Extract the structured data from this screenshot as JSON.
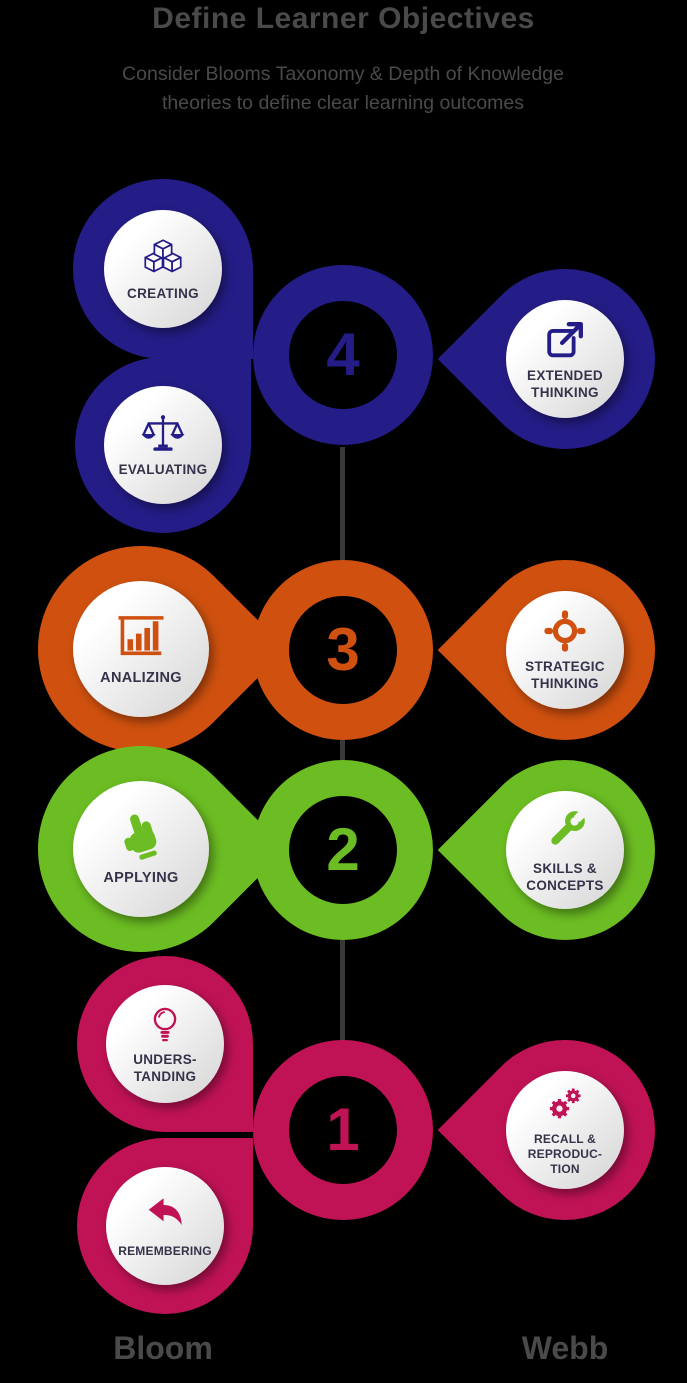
{
  "header": {
    "title": "Define Learner Objectives",
    "subtitle": "Consider Blooms Taxonomy & Depth of Knowledge\ntheories to define clear learning outcomes"
  },
  "colors": {
    "level4": "#251d87",
    "level3": "#d0510f",
    "level2": "#6cbd23",
    "level1": "#c01356",
    "connector": "#383838",
    "heading_text": "#4a4a4a",
    "label_text": "#37324a"
  },
  "levels": [
    {
      "number": "4",
      "bloom": [
        {
          "label": "CREATING",
          "icon": "cubes-icon"
        },
        {
          "label": "EVALUATING",
          "icon": "scales-icon"
        }
      ],
      "webb": {
        "label": "EXTENDED\nTHINKING",
        "icon": "external-link-icon"
      }
    },
    {
      "number": "3",
      "bloom": [
        {
          "label": "ANALIZING",
          "icon": "bar-chart-icon"
        }
      ],
      "webb": {
        "label": "STRATEGIC\nTHINKING",
        "icon": "crosshair-icon"
      }
    },
    {
      "number": "2",
      "bloom": [
        {
          "label": "APPLYING",
          "icon": "pointing-hand-icon"
        }
      ],
      "webb": {
        "label": "SKILLS &\nCONCEPTS",
        "icon": "wrench-icon"
      }
    },
    {
      "number": "1",
      "bloom": [
        {
          "label": "UNDERS-\nTANDING",
          "icon": "lightbulb-icon"
        },
        {
          "label": "REMEMBERING",
          "icon": "undo-arrow-icon"
        }
      ],
      "webb": {
        "label": "RECALL &\nREPRODUC-\nTION",
        "icon": "gears-icon"
      }
    }
  ],
  "footer": {
    "left_label": "Bloom",
    "right_label": "Webb"
  }
}
